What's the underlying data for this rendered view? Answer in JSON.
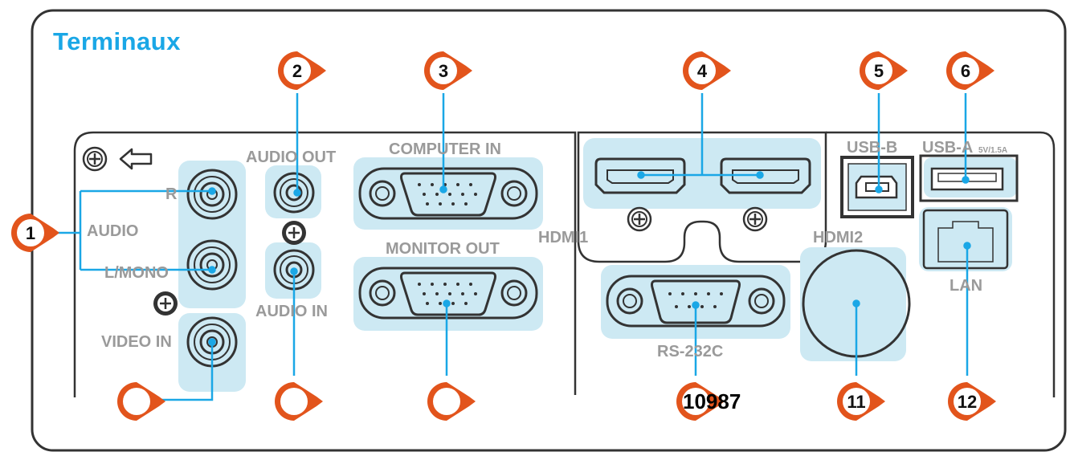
{
  "title": "Terminaux",
  "labels": {
    "audio": "AUDIO",
    "r": "R",
    "l_mono": "L/MONO",
    "video_in": "VIDEO IN",
    "audio_out": "AUDIO OUT",
    "audio_in": "AUDIO IN",
    "computer_in": "COMPUTER IN",
    "monitor_out": "MONITOR OUT",
    "hdmi1": "HDMI1",
    "hdmi2": "HDMI2",
    "rs232c": "RS-232C",
    "usb_b": "USB-B",
    "usb_a": "USB-A",
    "usb_a_rating": "5V/1.5A",
    "lan": "LAN"
  },
  "callouts": {
    "c1": "1",
    "c2": "2",
    "c3": "3",
    "c4": "4",
    "c5": "5",
    "c6": "6",
    "c11": "11",
    "c12": "12"
  },
  "stray_number": "10987",
  "colors": {
    "callout": "#e2541c",
    "leader": "#1aa7e6",
    "highlight": "#cde9f3",
    "title": "#1aa7e6",
    "panel": "#333333"
  }
}
